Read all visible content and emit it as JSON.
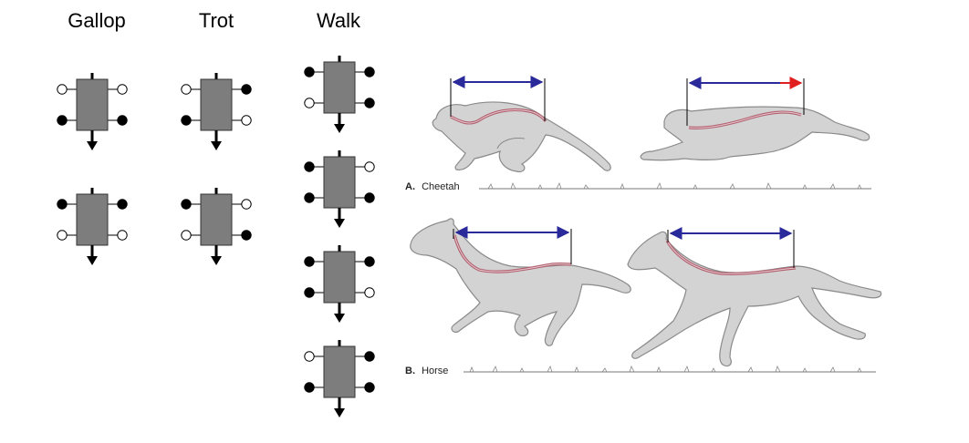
{
  "gaits": [
    {
      "title": "Gallop",
      "states": [
        {
          "fl": "open",
          "fr": "open",
          "hl": "filled",
          "hr": "filled"
        },
        {
          "fl": "filled",
          "fr": "filled",
          "hl": "open",
          "hr": "open"
        }
      ]
    },
    {
      "title": "Trot",
      "states": [
        {
          "fl": "open",
          "fr": "filled",
          "hl": "filled",
          "hr": "open"
        },
        {
          "fl": "filled",
          "fr": "open",
          "hl": "open",
          "hr": "filled"
        }
      ]
    },
    {
      "title": "Walk",
      "states": [
        {
          "fl": "filled",
          "fr": "filled",
          "hl": "open",
          "hr": "filled"
        },
        {
          "fl": "filled",
          "fr": "open",
          "hl": "filled",
          "hr": "filled"
        },
        {
          "fl": "filled",
          "fr": "filled",
          "hl": "filled",
          "hr": "open"
        },
        {
          "fl": "open",
          "fr": "filled",
          "hl": "filled",
          "hr": "filled"
        }
      ]
    }
  ],
  "panels": [
    {
      "letter": "A.",
      "name": "Cheetah"
    },
    {
      "letter": "B.",
      "name": "Horse"
    }
  ],
  "colors": {
    "body_box": "#7d7d7d",
    "animal_fill": "#d3d3d3",
    "animal_stroke": "#8a8a8a",
    "spine": "#b06070",
    "stride_arrow": "#2a2a9a",
    "extension_arrow": "#e02020"
  }
}
